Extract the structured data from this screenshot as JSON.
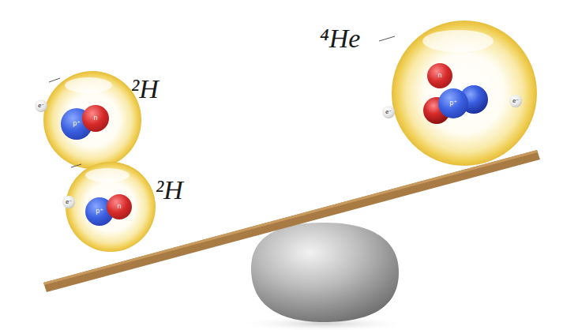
{
  "diagram": {
    "nodes": [
      {
        "text": [
          "²H"
        ]
      },
      {
        "text": [
          "p⁺"
        ],
        "in": 0
      },
      {
        "text": [
          "n"
        ],
        "in": 0
      },
      {
        "text": [
          "e⁻"
        ],
        "in": 0
      },
      {
        "text": [
          "²H"
        ]
      },
      {
        "text": [
          "p⁺"
        ],
        "in": 4
      },
      {
        "text": [
          "n"
        ],
        "in": 4
      },
      {
        "text": [
          "e⁻"
        ],
        "in": 4
      },
      {
        "text": [
          "⁴He"
        ]
      },
      {
        "text": [
          "n"
        ],
        "in": 8
      },
      {
        "text": [
          "p⁺"
        ],
        "in": 8
      },
      {
        "text": [
          "e⁻"
        ],
        "in": 8
      },
      {
        "text": [
          "e⁻"
        ],
        "in": 8
      }
    ]
  }
}
